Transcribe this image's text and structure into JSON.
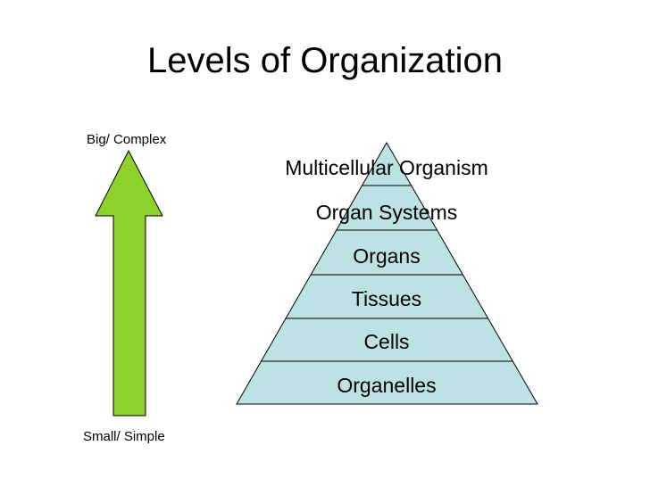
{
  "title": "Levels of Organization",
  "axis": {
    "top_label": "Big/ Complex",
    "bottom_label": "Small/ Simple",
    "arrow_color": "#8fd12b"
  },
  "pyramid": {
    "fill_color": "#bde2e3",
    "levels": [
      "Multicellular Organism",
      "Organ Systems",
      "Organs",
      "Tissues",
      "Cells",
      "Organelles"
    ]
  }
}
